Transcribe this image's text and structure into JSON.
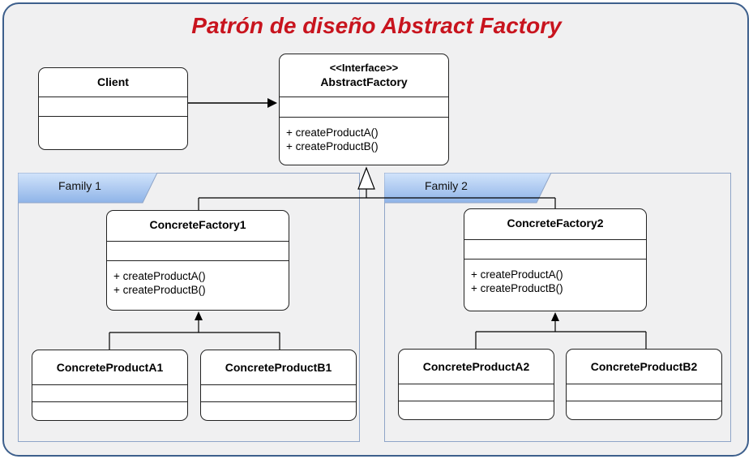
{
  "title": "Patrón de diseño Abstract Factory",
  "families": [
    {
      "label": "Family 1"
    },
    {
      "label": "Family 2"
    }
  ],
  "classes": {
    "client": {
      "name": "Client"
    },
    "abstract_factory": {
      "stereotype": "<<Interface>>",
      "name": "AbstractFactory",
      "ops": [
        "+ createProductA()",
        "+ createProductB()"
      ]
    },
    "concrete_factory_1": {
      "name": "ConcreteFactory1",
      "ops": [
        "+ createProductA()",
        "+ createProductB()"
      ]
    },
    "concrete_factory_2": {
      "name": "ConcreteFactory2",
      "ops": [
        "+ createProductA()",
        "+ createProductB()"
      ]
    },
    "concrete_product_a1": {
      "name": "ConcreteProductA1"
    },
    "concrete_product_b1": {
      "name": "ConcreteProductB1"
    },
    "concrete_product_a2": {
      "name": "ConcreteProductA2"
    },
    "concrete_product_b2": {
      "name": "ConcreteProductB2"
    }
  },
  "colors": {
    "title": "#c8141e",
    "frame_border": "#3d5f8c",
    "family_tab": "#aecbf2"
  }
}
